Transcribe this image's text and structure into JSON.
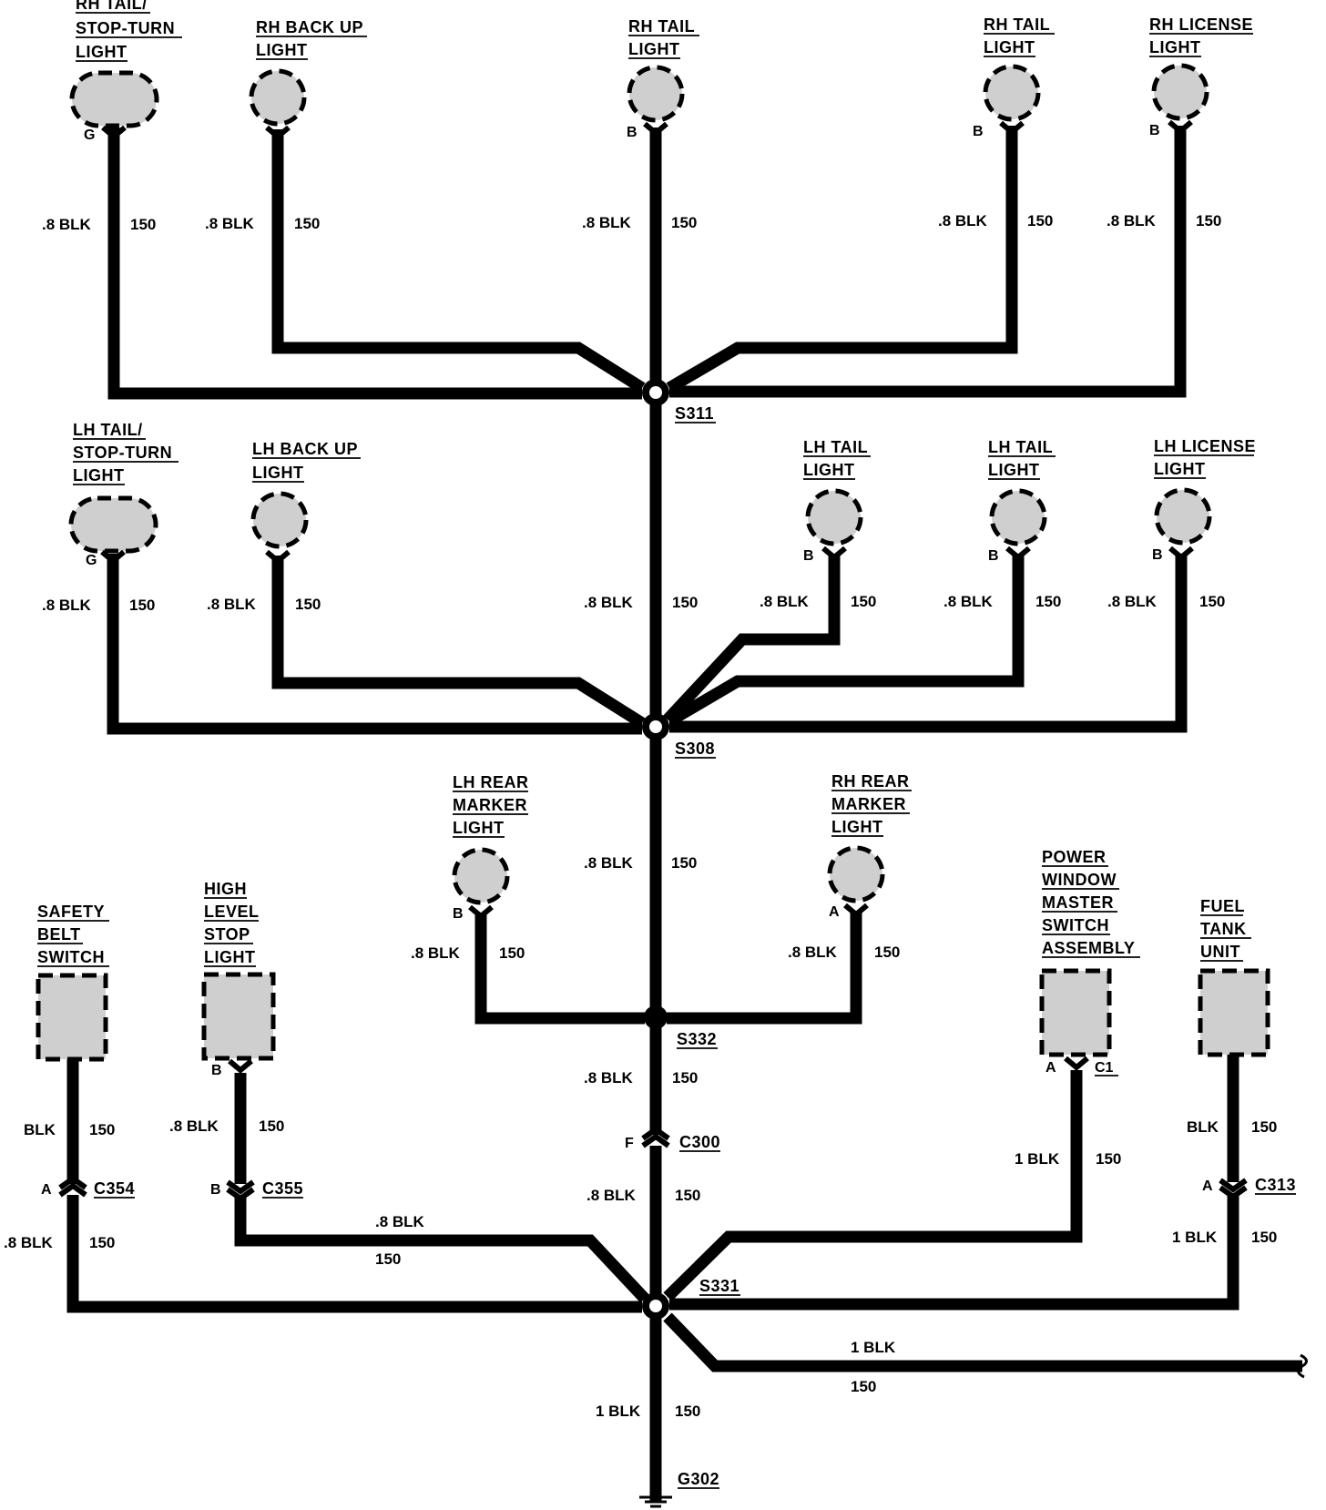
{
  "components": [
    {
      "id": "rh-tail-stop-turn",
      "lines": [
        "RH TAIL/",
        "STOP-TURN",
        "LIGHT"
      ],
      "pin": "G"
    },
    {
      "id": "rh-backup",
      "lines": [
        "RH BACK UP",
        "LIGHT"
      ],
      "pin": ""
    },
    {
      "id": "rh-tail-1",
      "lines": [
        "RH TAIL",
        "LIGHT"
      ],
      "pin": "B"
    },
    {
      "id": "rh-tail-2",
      "lines": [
        "RH TAIL",
        "LIGHT"
      ],
      "pin": "B"
    },
    {
      "id": "rh-license",
      "lines": [
        "RH LICENSE",
        "LIGHT"
      ],
      "pin": "B"
    },
    {
      "id": "lh-tail-stop-turn",
      "lines": [
        "LH TAIL/",
        "STOP-TURN",
        "LIGHT"
      ],
      "pin": "G"
    },
    {
      "id": "lh-backup",
      "lines": [
        "LH BACK UP",
        "LIGHT"
      ],
      "pin": ""
    },
    {
      "id": "lh-tail-1",
      "lines": [
        "LH TAIL",
        "LIGHT"
      ],
      "pin": "B"
    },
    {
      "id": "lh-tail-2",
      "lines": [
        "LH TAIL",
        "LIGHT"
      ],
      "pin": "B"
    },
    {
      "id": "lh-license",
      "lines": [
        "LH LICENSE",
        "LIGHT"
      ],
      "pin": "B"
    },
    {
      "id": "lh-rear-marker",
      "lines": [
        "LH REAR",
        "MARKER",
        "LIGHT"
      ],
      "pin": "B"
    },
    {
      "id": "rh-rear-marker",
      "lines": [
        "RH REAR",
        "MARKER",
        "LIGHT"
      ],
      "pin": "A"
    },
    {
      "id": "safety-belt-switch",
      "lines": [
        "SAFETY",
        "BELT",
        "SWITCH"
      ],
      "pin": ""
    },
    {
      "id": "high-level-stop",
      "lines": [
        "HIGH",
        "LEVEL",
        "STOP",
        "LIGHT"
      ],
      "pin": "B"
    },
    {
      "id": "power-window-switch",
      "lines": [
        "POWER",
        "WINDOW",
        "MASTER",
        "SWITCH",
        "ASSEMBLY"
      ],
      "pin": "A",
      "connector": "C1"
    },
    {
      "id": "fuel-tank-unit",
      "lines": [
        "FUEL",
        "TANK",
        "UNIT"
      ],
      "pin": ""
    }
  ],
  "wires": {
    "w_08blk": ".8 BLK",
    "w_blk": "BLK",
    "w_1blk": "1 BLK",
    "circuit": "150"
  },
  "splices": {
    "s311": "S311",
    "s308": "S308",
    "s332": "S332",
    "s331": "S331"
  },
  "connectors": {
    "c300": "C300",
    "c300_pin": "F",
    "c354": "C354",
    "c354_pin": "A",
    "c355": "C355",
    "c355_pin": "B",
    "c313": "C313",
    "c313_pin": "A"
  },
  "ground": "G302"
}
